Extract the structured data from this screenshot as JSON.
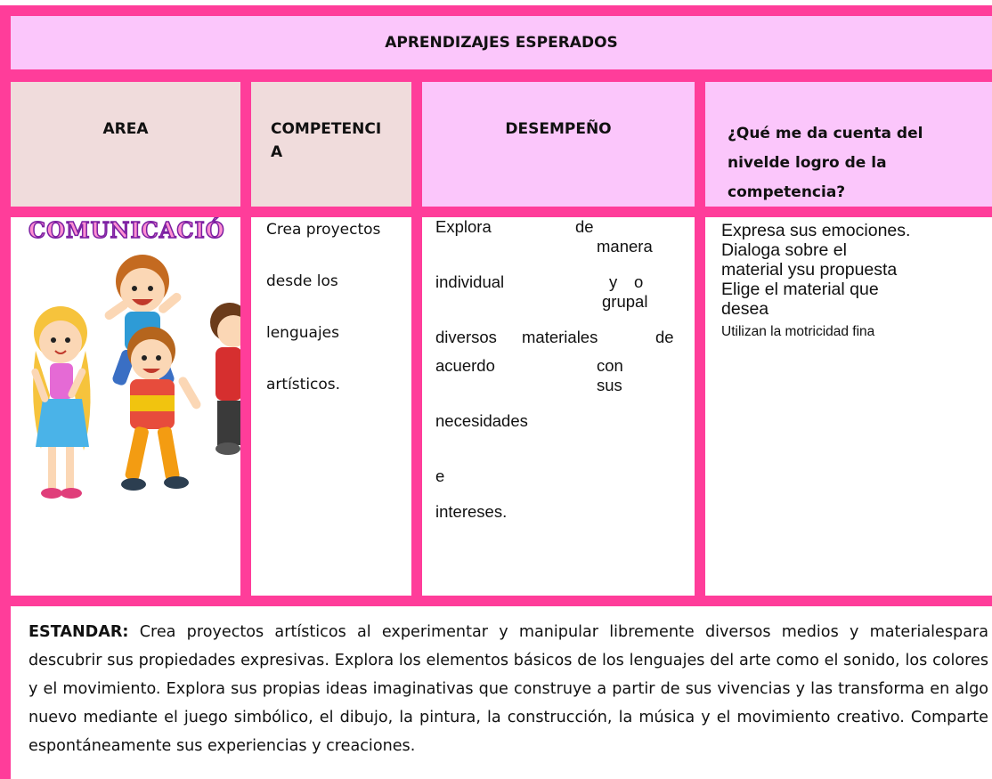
{
  "title": "APRENDIZAJES ESPERADOS",
  "headers": {
    "area": "AREA",
    "competencia_line1": "COMPETENCI",
    "competencia_line2": "A",
    "desempeno": "DESEMPEÑO",
    "question_line1": "¿Qué me da cuenta del",
    "question_line2": "nivelde logro de la",
    "question_line3": "competencia?"
  },
  "area": {
    "title": "COMUNICACIÓ",
    "illustration": "children-playing-illustration"
  },
  "competencia": [
    "Crea proyectos",
    "desde los",
    "lenguajes",
    "artísticos."
  ],
  "desempeno": {
    "w1": "Explora",
    "w2": "de",
    "w3": "manera",
    "w4": "individual",
    "w5": "y",
    "w6": "o",
    "w7": "grupal",
    "w8": "diversos",
    "w9": "materiales",
    "w10": "de",
    "w11": "acuerdo",
    "w12": "con",
    "w13": "sus",
    "w14": "necesidades",
    "w15": "e",
    "w16": "intereses."
  },
  "logro": [
    "Expresa sus emociones.",
    "Dialoga sobre el",
    "material ysu propuesta",
    "Elige el material que",
    "desea",
    "Utilizan la motricidad fina"
  ],
  "estandar": {
    "label": "ESTANDAR:",
    "text": " Crea proyectos artísticos al experimentar y manipular libremente diversos medios y materialespara descubrir sus propiedades expresivas. Explora los elementos básicos de los lenguajes del arte como el sonido, los colores y el movimiento. Explora sus propias ideas imaginativas que construye a partir de sus vivencias y las transforma en algo nuevo mediante el juego simbólico, el dibujo, la pintura, la construcción, la música y el movimiento creativo. Comparte espontáneamente sus experiencias y creaciones."
  },
  "colors": {
    "border": "#ff3d9a",
    "pink_header": "#fbc6fb",
    "rose_header": "#f0dcdc"
  }
}
